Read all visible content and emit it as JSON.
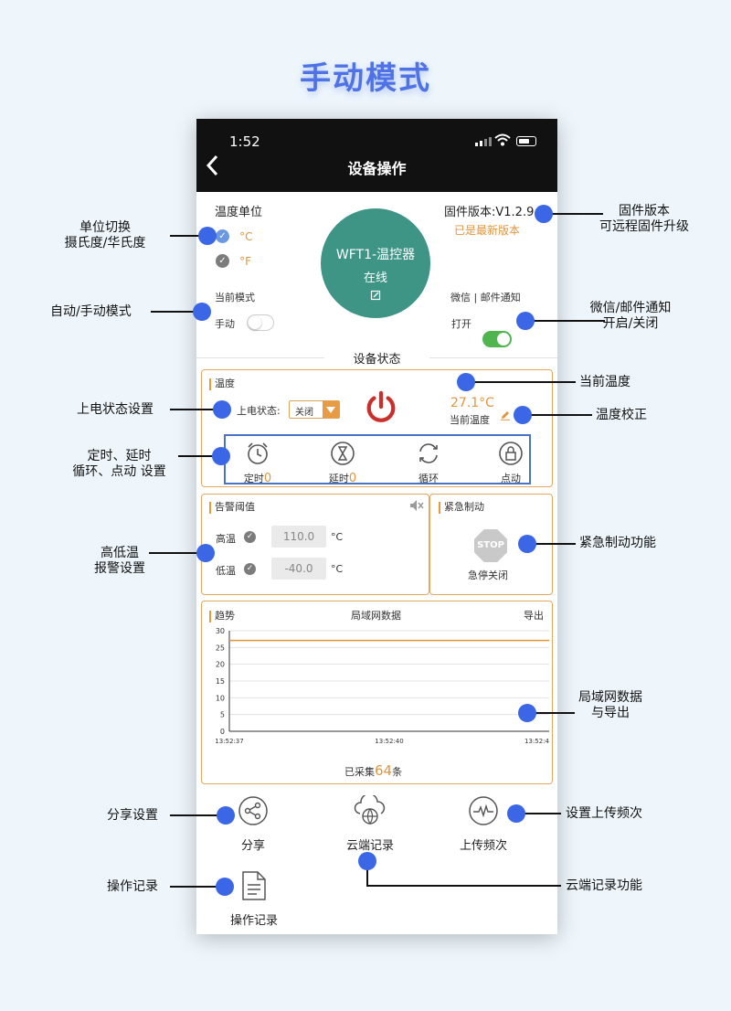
{
  "page_title": "手动模式",
  "status_bar": {
    "time": "1:52",
    "back_icon": "chevron-left-icon",
    "title": "设备操作"
  },
  "unit": {
    "label": "温度单位",
    "celsius": "°C",
    "fahrenheit": "°F"
  },
  "firmware": {
    "label": "固件版本:V1.2.9",
    "status": "已是最新版本"
  },
  "device": {
    "name": "WFT1-温控器",
    "status": "在线",
    "edit_icon": "edit-icon"
  },
  "mode": {
    "label": "当前模式",
    "value": "手动",
    "toggle_on": false
  },
  "notify": {
    "label": "微信 | 邮件通知",
    "value": "打开",
    "toggle_on": true
  },
  "section_status": "设备状态",
  "temp_panel": {
    "title": "温度",
    "power_on_label": "上电状态:",
    "power_on_value": "关闭",
    "current_temp": "27.1°C",
    "current_label": "当前温度",
    "modes": [
      {
        "label": "定时",
        "count": "0",
        "icon": "alarm-clock-icon"
      },
      {
        "label": "延时",
        "count": "0",
        "icon": "hourglass-icon"
      },
      {
        "label": "循环",
        "count": "",
        "icon": "cycle-icon"
      },
      {
        "label": "点动",
        "count": "",
        "icon": "lock-icon"
      }
    ]
  },
  "alarm_panel": {
    "title": "告警阈值",
    "high_label": "高温",
    "high_value": "110.0",
    "high_unit": "°C",
    "low_label": "低温",
    "low_value": "-40.0",
    "low_unit": "°C"
  },
  "emergency_panel": {
    "title": "紧急制动",
    "stop_text": "STOP",
    "button_label": "急停关闭"
  },
  "trend_panel": {
    "title": "趋势",
    "center": "局域网数据",
    "export": "导出",
    "collected_prefix": "已采集",
    "collected_count": "64",
    "collected_suffix": "条"
  },
  "chart_data": {
    "type": "line",
    "x": [
      "13:52:37",
      "13:52:40",
      "13:52:4"
    ],
    "series": [
      {
        "values": [
          27.1,
          27.1,
          27.1
        ]
      }
    ],
    "yticks": [
      0,
      5,
      10,
      15,
      20,
      25,
      30
    ],
    "ylim": [
      0,
      30
    ],
    "grid": true,
    "line_color": "#e1963e"
  },
  "bottom_actions": [
    {
      "label": "分享",
      "icon": "share-icon"
    },
    {
      "label": "云端记录",
      "icon": "cloud-globe-icon"
    },
    {
      "label": "上传频次",
      "icon": "pulse-icon"
    },
    {
      "label": "操作记录",
      "icon": "document-icon"
    }
  ],
  "callouts": {
    "unit_switch": [
      "单位切换",
      "摄氏度/华氏度"
    ],
    "auto_manual": [
      "自动/手动模式"
    ],
    "power_on": [
      "上电状态设置"
    ],
    "timer_modes": [
      "定时、延时",
      "循环、点动 设置"
    ],
    "alarm": [
      "高低温",
      "报警设置"
    ],
    "share": [
      "分享设置"
    ],
    "op_log": [
      "操作记录"
    ],
    "firmware": [
      "固件版本",
      "可远程固件升级"
    ],
    "notify": [
      "微信/邮件通知",
      "开启/关闭"
    ],
    "current_temp": [
      "当前温度"
    ],
    "calibration": [
      "温度校正"
    ],
    "emergency": [
      "紧急制动功能"
    ],
    "lan_data": [
      "局域网数据",
      "与导出"
    ],
    "upload_freq": [
      "设置上传频次"
    ],
    "cloud": [
      "云端记录功能"
    ]
  },
  "colors": {
    "accent": "#3b66e6",
    "orange": "#e1963e",
    "teal": "#3e9585",
    "toggle_green": "#4eb54f",
    "power_red": "#c9302c"
  }
}
